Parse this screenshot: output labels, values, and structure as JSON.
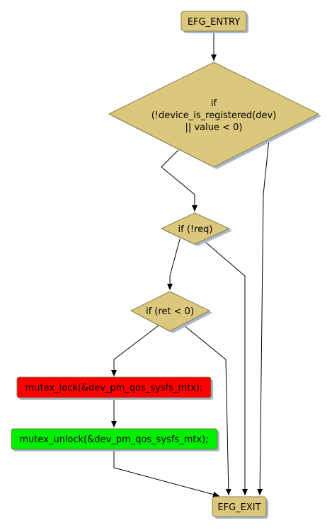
{
  "colors": {
    "decision_fill": "#dcc87d",
    "terminal_fill": "#dcc87d",
    "lock_fill": "#ff0000",
    "unlock_fill": "#00ee00",
    "border": "#8b7d4a",
    "shadow": "#a9b7c9",
    "edge": "#000000"
  },
  "nodes": {
    "entry": {
      "label": "EFG_ENTRY"
    },
    "cond_registered": {
      "line1": "if",
      "line2": "(!device_is_registered(dev)",
      "line3": "|| value < 0)"
    },
    "cond_req": {
      "label": "if (!req)"
    },
    "cond_ret": {
      "label": "if (ret < 0)"
    },
    "lock": {
      "label": "mutex_lock(&dev_pm_qos_sysfs_mtx);"
    },
    "unlock": {
      "label": "mutex_unlock(&dev_pm_qos_sysfs_mtx);"
    },
    "exit": {
      "label": "EFG_EXIT"
    }
  }
}
